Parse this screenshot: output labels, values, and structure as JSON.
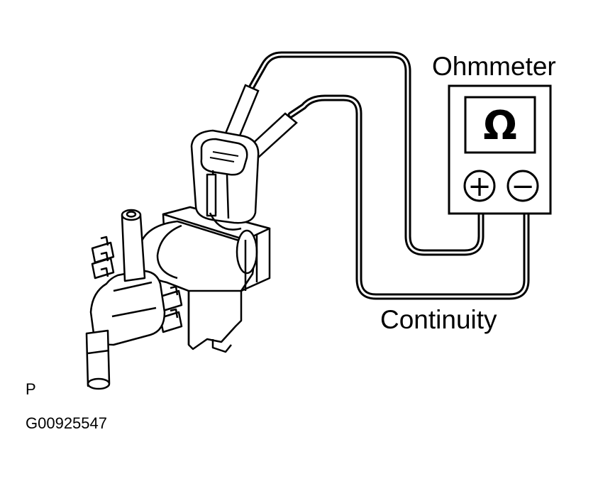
{
  "diagram": {
    "meter_label": "Ohmmeter",
    "meter_symbol": "Ω",
    "plus_terminal": "+",
    "minus_terminal": "−",
    "check_label": "Continuity",
    "view_letter": "P",
    "figure_id": "G00925547"
  },
  "colors": {
    "line": "#000000",
    "background": "#ffffff"
  }
}
